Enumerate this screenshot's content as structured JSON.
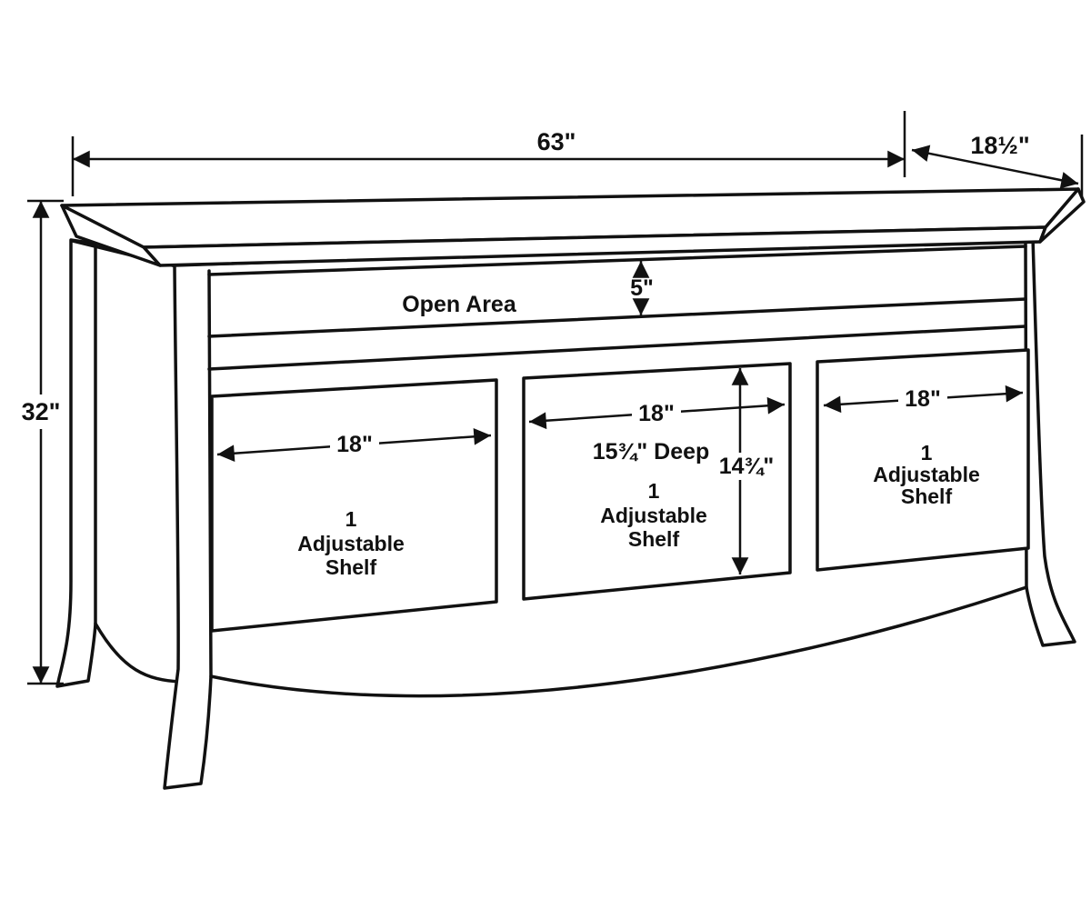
{
  "diagram": {
    "overall": {
      "width_label": "63\"",
      "depth_label": "18½\"",
      "height_label": "32\""
    },
    "open_area": {
      "label": "Open Area",
      "height_label": "5\""
    },
    "compartments": {
      "left": {
        "width_label": "18\"",
        "text_line1": "1",
        "text_line2": "Adjustable",
        "text_line3": "Shelf"
      },
      "middle": {
        "width_label": "18\"",
        "depth_label": "15¾\" Deep",
        "text_line1": "1",
        "text_line2": "Adjustable",
        "text_line3": "Shelf",
        "height_label": "14¾\""
      },
      "right": {
        "width_label": "18\"",
        "text_line1": "1",
        "text_line2": "Adjustable",
        "text_line3": "Shelf"
      }
    },
    "colors": {
      "line": "#111111",
      "background": "#ffffff"
    }
  }
}
